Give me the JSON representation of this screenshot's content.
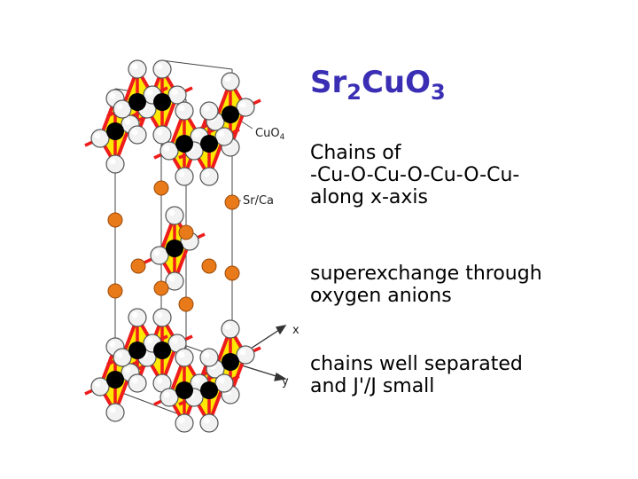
{
  "title": {
    "base_a": "Sr",
    "sub_a": "2",
    "base_b": "CuO",
    "sub_b": "3"
  },
  "text_blocks": [
    {
      "lines": [
        "Chains of",
        "-Cu-O-Cu-O-Cu-O-Cu-",
        "along x-axis"
      ]
    },
    {
      "lines": [
        "superexchange through",
        "oxygen anions"
      ]
    },
    {
      "lines": [
        "chains well separated",
        "and J'/J small"
      ]
    }
  ],
  "diagram": {
    "labels": {
      "cuo4_base": "CuO",
      "cuo4_sub": "4",
      "srca": "Sr/Ca",
      "axis_x": "x",
      "axis_y": "y"
    },
    "colors": {
      "octahedron_fill": "#ffe800",
      "bond": "#ee1c1c",
      "copper": "#000000",
      "oxygen": "#f2f2f2",
      "sr_ca": "#e87a1a",
      "title": "#3a2fb4"
    }
  }
}
